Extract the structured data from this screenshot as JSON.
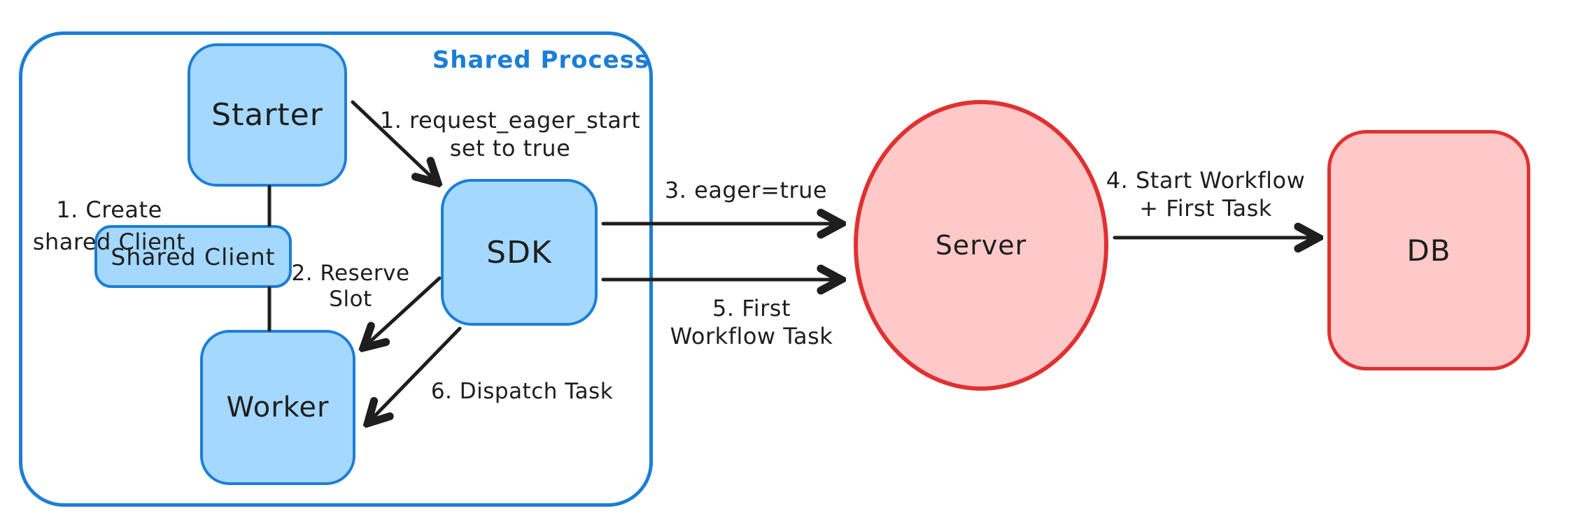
{
  "diagram": {
    "container_label": "Shared Process",
    "nodes": {
      "starter": "Starter",
      "shared_client": "Shared Client",
      "worker": "Worker",
      "sdk": "SDK",
      "server": "Server",
      "db": "DB"
    },
    "annotations": {
      "create_client": {
        "line1": "1. Create",
        "line2": "shared Client"
      },
      "request_eager_start": {
        "line1": "1. request_eager_start",
        "line2": "set to true"
      },
      "reserve_slot": {
        "line1": "2. Reserve",
        "line2": "Slot"
      },
      "eager_true": {
        "line1": "3. eager=true"
      },
      "start_workflow": {
        "line1": "4. Start Workflow",
        "line2": "+ First Task"
      },
      "first_workflow_task": {
        "line1": "5. First",
        "line2": "Workflow Task"
      },
      "dispatch_task": {
        "line1": "6. Dispatch Task"
      }
    },
    "colors": {
      "blue_stroke": "#1c7ed6",
      "blue_fill": "#a5d8ff",
      "red_stroke": "#e03131",
      "red_fill": "#ffc9c9",
      "ink": "#1e1e1e",
      "background": "#ffffff"
    }
  }
}
